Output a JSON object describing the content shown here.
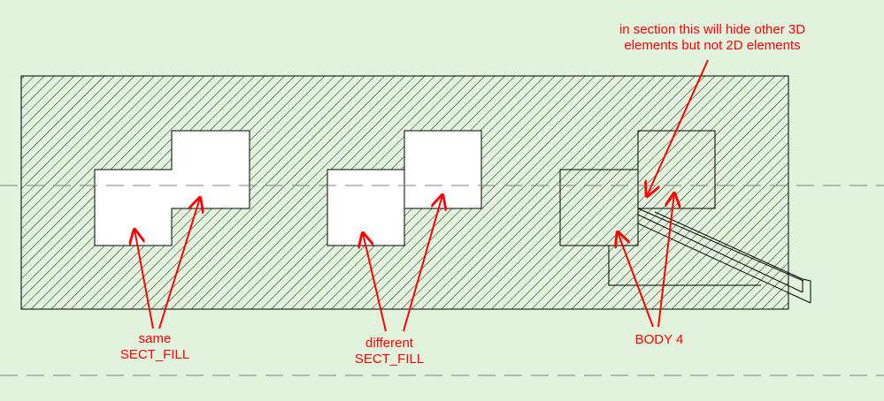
{
  "labels": {
    "same_line1": "same",
    "same_line2": "SECT_FILL",
    "different_line1": "different",
    "different_line2": "SECT_FILL",
    "body4": "BODY 4",
    "note_line1": "in section this will hide other 3D",
    "note_line2": "elements but not 2D elements"
  },
  "colors": {
    "background": "#e1f2dd",
    "annotation": "#ff0000",
    "lines": "#000000",
    "cut_fill": "#ffffff"
  }
}
